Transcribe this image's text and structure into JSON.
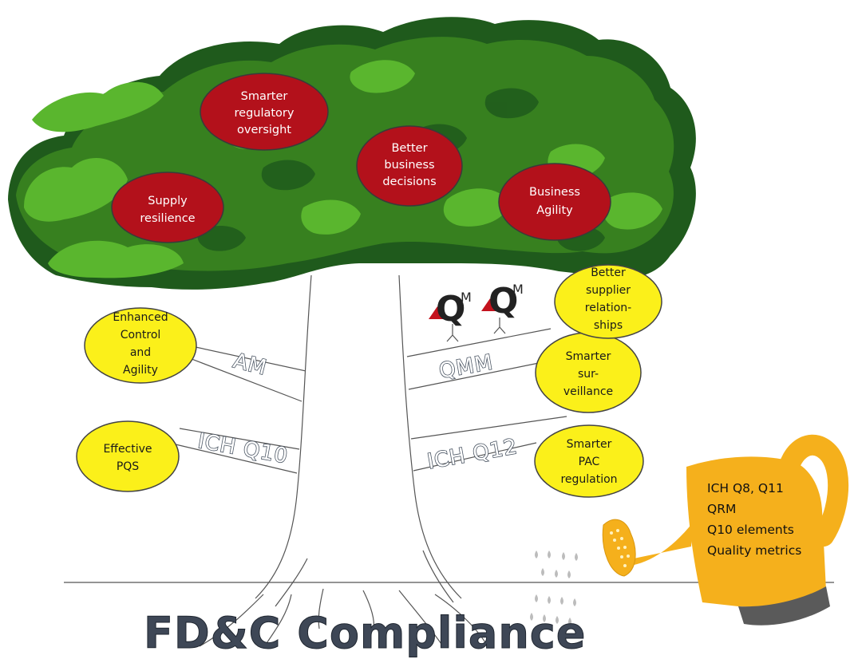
{
  "canopy_goals": [
    {
      "id": "oversight",
      "lines": [
        "Smarter",
        "regulatory",
        "oversight"
      ]
    },
    {
      "id": "decisions",
      "lines": [
        "Better",
        "business",
        "decisions"
      ]
    },
    {
      "id": "resilience",
      "lines": [
        "Supply",
        "resilience"
      ]
    },
    {
      "id": "agility",
      "lines": [
        "Business",
        "Agility"
      ]
    }
  ],
  "branch_outcomes": [
    {
      "id": "control",
      "lines": [
        "Enhanced",
        "Control",
        "and",
        "Agility"
      ]
    },
    {
      "id": "pqs",
      "lines": [
        "Effective",
        "PQS"
      ]
    },
    {
      "id": "supplier",
      "lines": [
        "Better",
        "supplier",
        "relation-",
        "ships"
      ]
    },
    {
      "id": "surveillance",
      "lines": [
        "Smarter",
        "sur-",
        "veillance"
      ]
    },
    {
      "id": "pac",
      "lines": [
        "Smarter",
        "PAC",
        "regulation"
      ]
    }
  ],
  "branch_labels": {
    "am": "AM",
    "ich_q10": "ICH Q10",
    "qmm": "QMM",
    "ich_q12": "ICH Q12"
  },
  "qm_logo": {
    "letter": "Q",
    "superscript": "M"
  },
  "watering_can": {
    "lines": [
      "ICH Q8, Q11",
      "QRM",
      "Q10 elements",
      "Quality metrics"
    ]
  },
  "title": "FD&C Compliance",
  "colors": {
    "goal_fill": "#b3111b",
    "outcome_fill": "#fbf01a",
    "can_body": "#f5b01c",
    "can_base": "#5a5a5a",
    "canopy_dark": "#1f5a1c",
    "canopy_mid": "#37801f",
    "canopy_light": "#5ab62e",
    "title_color": "#3e4756"
  }
}
